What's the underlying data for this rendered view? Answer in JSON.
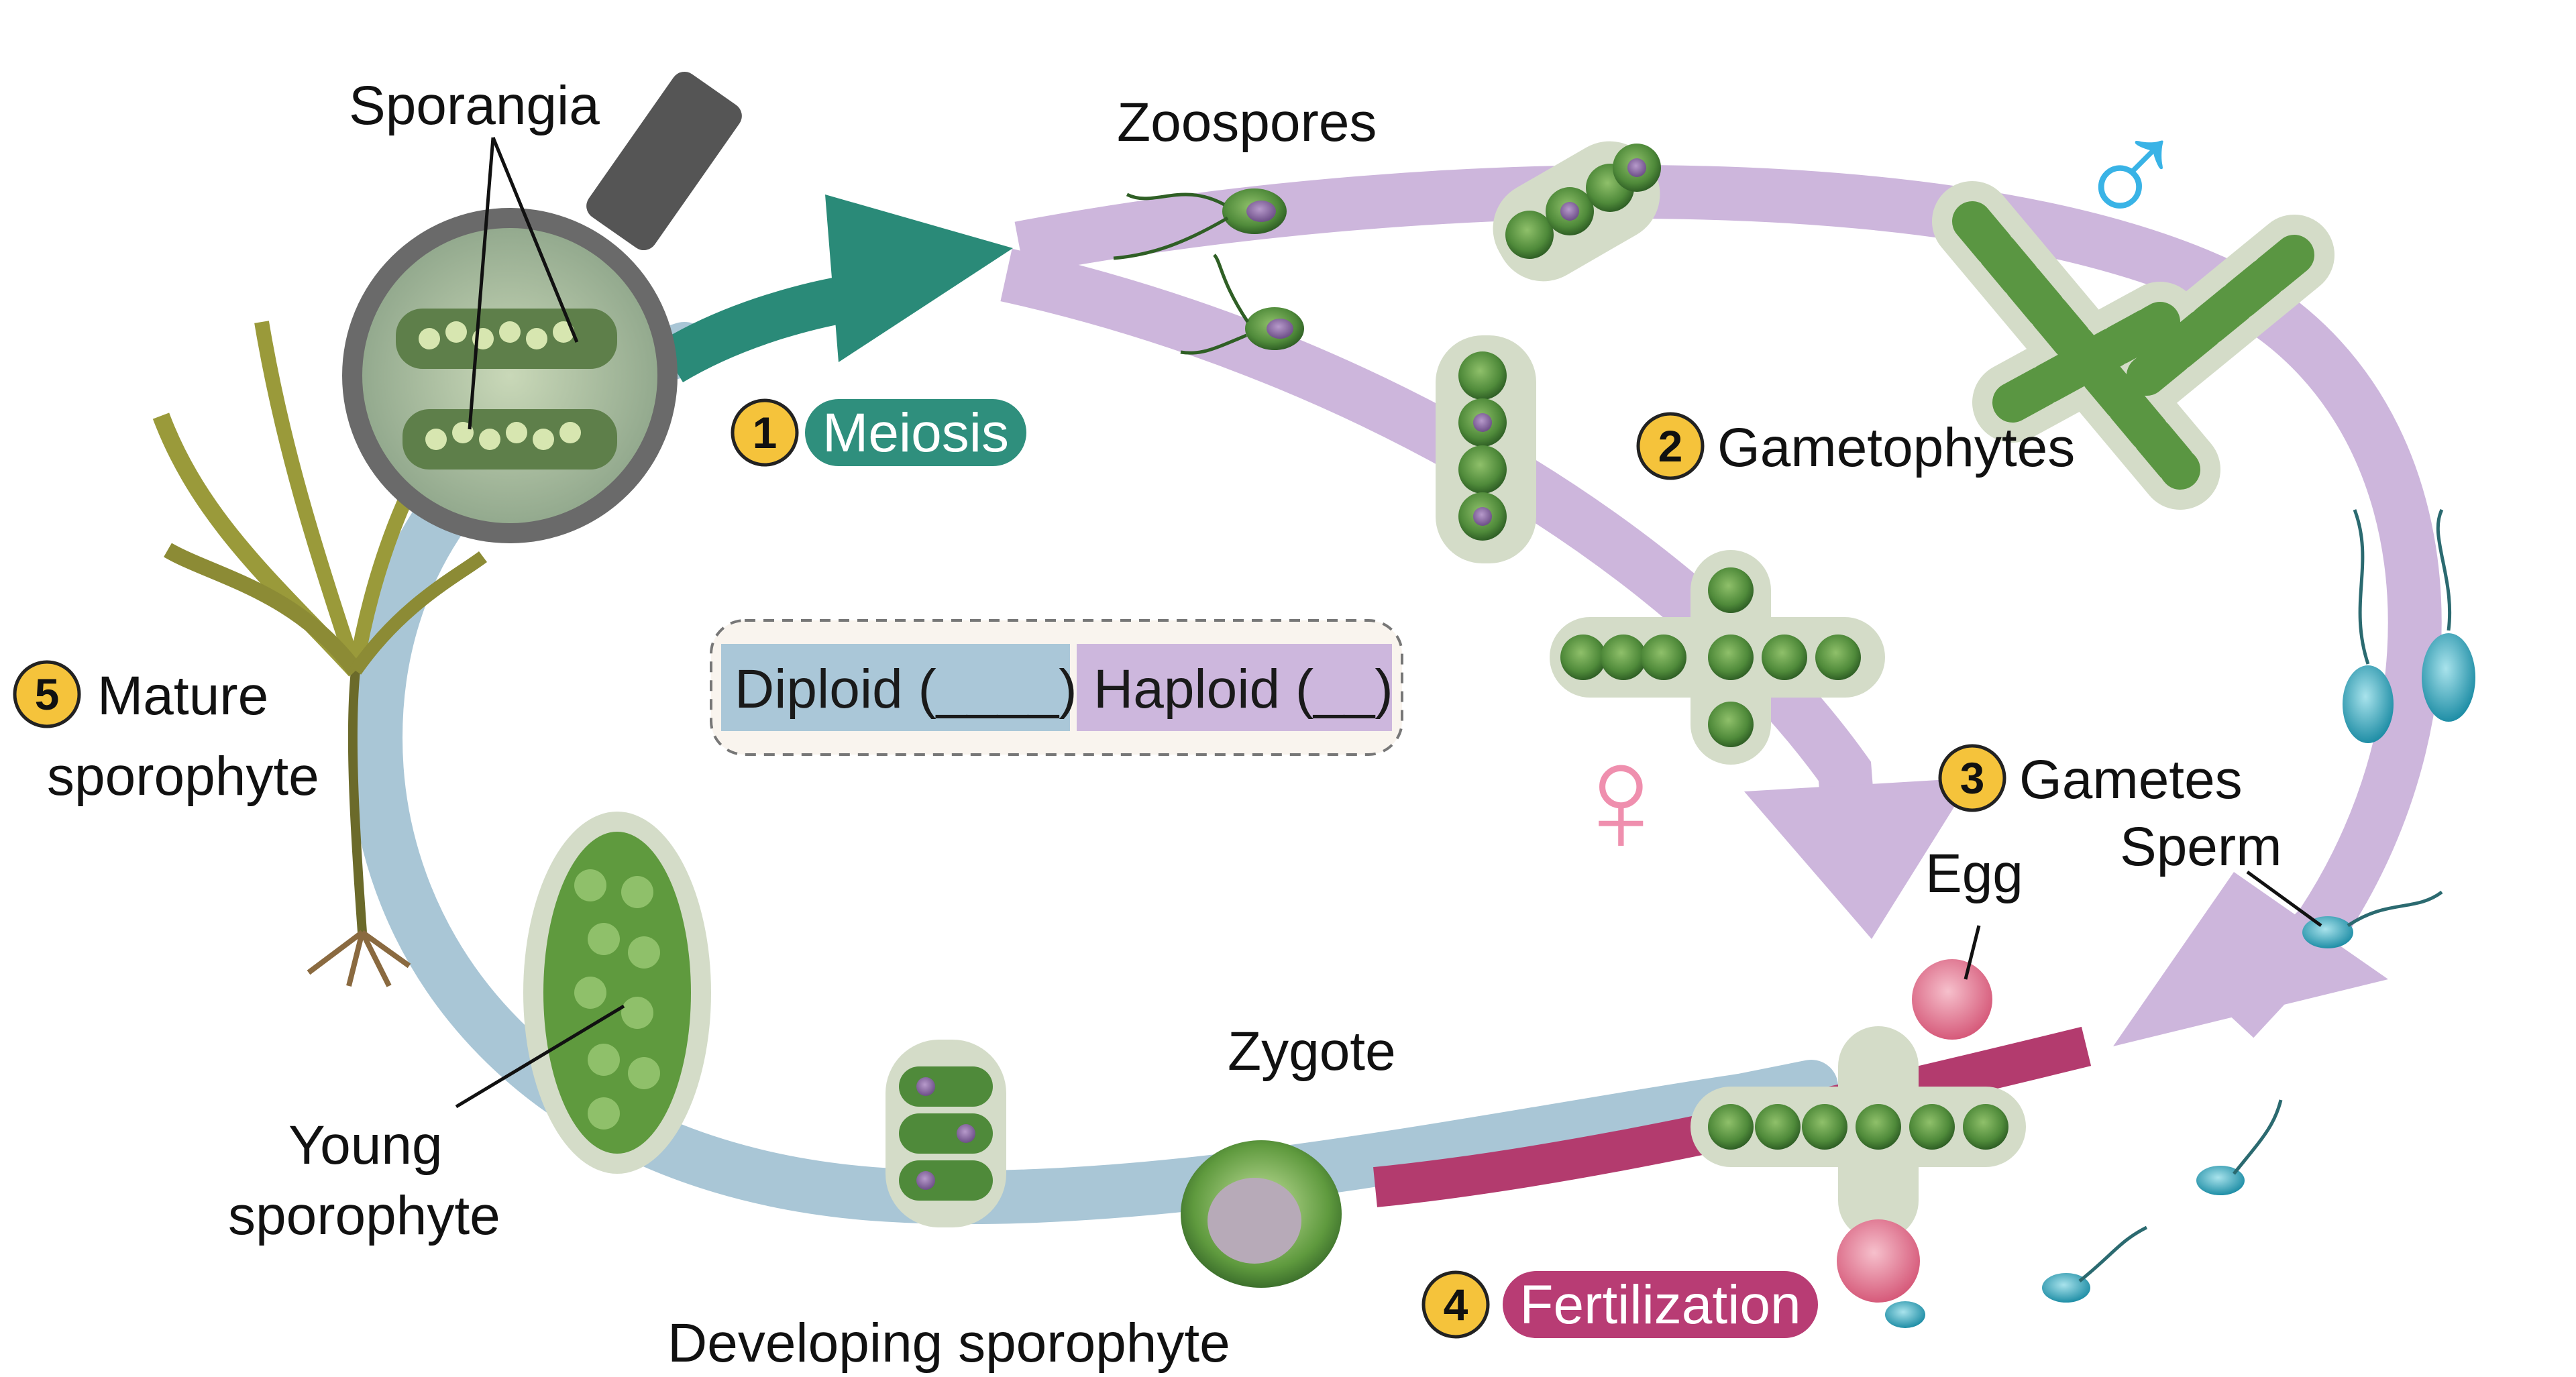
{
  "labels": {
    "sporangia": "Sporangia",
    "zoospores": "Zoospores",
    "gametophytes": "Gametophytes",
    "gametes": "Gametes",
    "egg": "Egg",
    "sperm": "Sperm",
    "zygote": "Zygote",
    "developing_sporophyte": "Developing sporophyte",
    "young_line1": "Young",
    "young_line2": "sporophyte",
    "mature_line1": "Mature",
    "mature_line2": "sporophyte"
  },
  "stages": [
    {
      "number": "1",
      "label": "Meiosis",
      "pill_color": "#2f8f7d"
    },
    {
      "number": "2",
      "label": "Gametophytes"
    },
    {
      "number": "3",
      "label": "Gametes"
    },
    {
      "number": "4",
      "label": "Fertilization",
      "pill_color": "#b83c74"
    },
    {
      "number": "5",
      "label": "Mature sporophyte"
    }
  ],
  "legend": {
    "diploid": "Diploid (____)",
    "haploid": "Haploid (__)",
    "diploid_color": "#aac7d8",
    "haploid_color": "#cdb7dd"
  },
  "symbols": {
    "male": "♂",
    "female": "♀",
    "male_color": "#39b3e6",
    "female_color": "#ef8fae"
  },
  "colors": {
    "number_badge": "#f5c33b",
    "diploid_band": "#a9c6d6",
    "haploid_band": "#cdb6dc",
    "meiosis_arrow": "#2a8a78",
    "fertilization_band": "#b33b6e"
  }
}
